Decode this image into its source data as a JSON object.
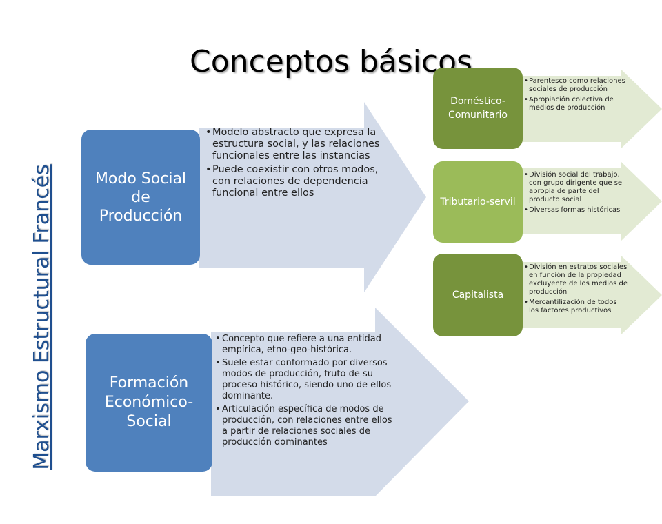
{
  "title": "Conceptos básicos",
  "side_title": "Marxismo Estructural Francés",
  "modo": {
    "label": "Modo Social de Producción",
    "items": [
      "Modelo abstracto que expresa la estructura social, y las relaciones funcionales entre las instancias",
      "Puede coexistir con otros modos, con relaciones de dependencia funcional entre ellos"
    ]
  },
  "formacion": {
    "label": "Formación Económico-Social",
    "items": [
      "Concepto que refiere a una entidad empírica, etno-geo-histórica.",
      "Suele estar conformado por diversos modos de producción, fruto de su proceso histórico, siendo uno de ellos dominante.",
      "Articulación específica de modos de producción, con relaciones entre ellos a partir de relaciones sociales de producción dominantes"
    ]
  },
  "domestico": {
    "label": "Doméstico-Comunitario",
    "items": [
      "Parentesco como relaciones sociales de producción",
      "Apropiación colectiva de medios de producción"
    ]
  },
  "tributario": {
    "label": "Tributario-servil",
    "items": [
      "División social del trabajo, con grupo dirigente que se apropia de parte del producto social",
      "Diversas formas históricas"
    ]
  },
  "capitalista": {
    "label": "Capitalista",
    "items": [
      "División en estratos sociales en función de la propiedad excluyente de los medios de producción",
      "Mercantilización de todos los factores productivos"
    ]
  }
}
